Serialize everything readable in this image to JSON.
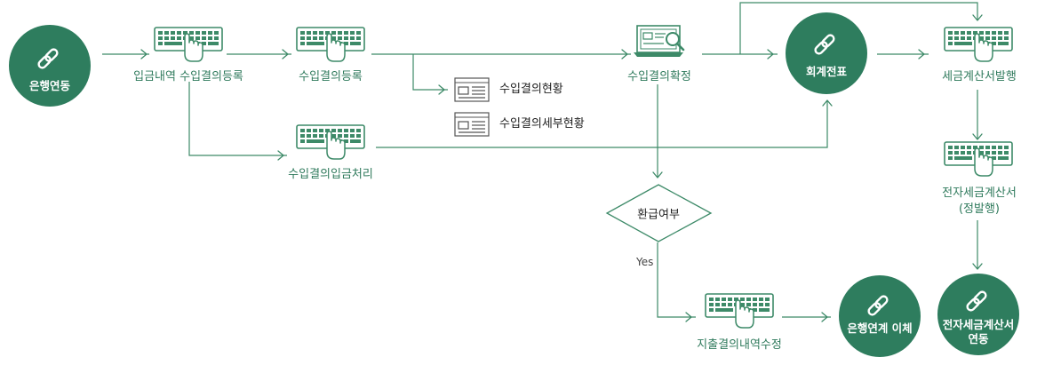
{
  "colors": {
    "accent": "#2f7a5c",
    "circle": "#2e7d5e",
    "line": "#3d8a68",
    "text_dark": "#222222"
  },
  "nodes": {
    "bank_link": "은행연동",
    "deposit_register": "입금내역 수입결의등록",
    "income_register": "수입결의등록",
    "income_deposit": "수입결의입금처리",
    "income_status": "수입결의현황",
    "income_detail_status": "수입결의세부현황",
    "income_confirm": "수입결의확정",
    "refund_decision": "환급여부",
    "yes_label": "Yes",
    "expense_register": "지출결의내역수정",
    "bank_transfer": "은행연계 이체",
    "accounting_slip": "회계전표",
    "tax_invoice_issue": "세금계산서발행",
    "e_tax_invoice_line1": "전자세금계산서",
    "e_tax_invoice_line2": "(정발행)",
    "e_tax_link_line1": "전자세금계산서",
    "e_tax_link_line2": "연동"
  },
  "icons": [
    "link-icon",
    "keyboard-icon",
    "laptop-search-icon",
    "document-icon"
  ]
}
